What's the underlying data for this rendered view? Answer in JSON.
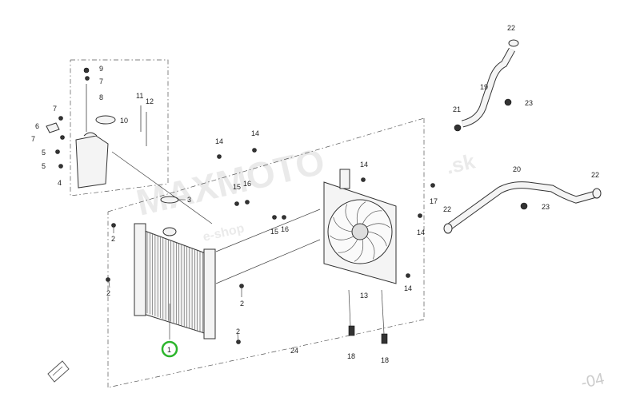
{
  "callouts": {
    "c1": "1",
    "c2a": "2",
    "c2b": "2",
    "c2c": "2",
    "c2d": "2",
    "c3": "3",
    "c4": "4",
    "c5a": "5",
    "c5b": "5",
    "c6": "6",
    "c7a": "7",
    "c7b": "7",
    "c7c": "7",
    "c8": "8",
    "c9": "9",
    "c10": "10",
    "c11": "11",
    "c12": "12",
    "c13": "13",
    "c14a": "14",
    "c14b": "14",
    "c14c": "14",
    "c14d": "14",
    "c14e": "14",
    "c15a": "15",
    "c15b": "15",
    "c16a": "16",
    "c16b": "16",
    "c17": "17",
    "c18a": "18",
    "c18b": "18",
    "c19": "19",
    "c20": "20",
    "c21": "21",
    "c22a": "22",
    "c22b": "22",
    "c22c": "22",
    "c23a": "23",
    "c23b": "23",
    "c24": "24"
  },
  "watermark": {
    "brand": "MAXMOTO",
    "suffix": ".sk",
    "sub": "e-shop"
  },
  "page_code": "-04",
  "highlight_color": "#2bb52b"
}
